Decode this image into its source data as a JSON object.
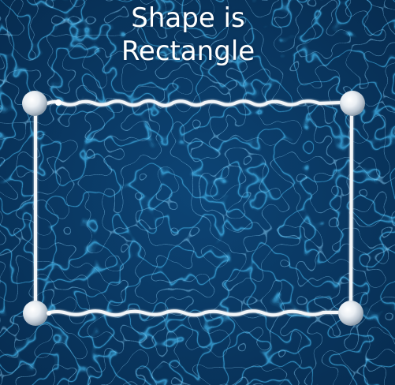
{
  "title": {
    "line1": "Shape is",
    "line2": "Rectangle"
  },
  "shape": {
    "type": "rectangle",
    "vertex_count": 4
  },
  "colors": {
    "background": "#0b3a66",
    "pattern_line": "#3aa3d8",
    "pattern_highlight": "#8fd8ff",
    "rope": "#f2f5f8",
    "text": "#ffffff"
  },
  "icons": {
    "vertex": "sphere-node-icon"
  }
}
